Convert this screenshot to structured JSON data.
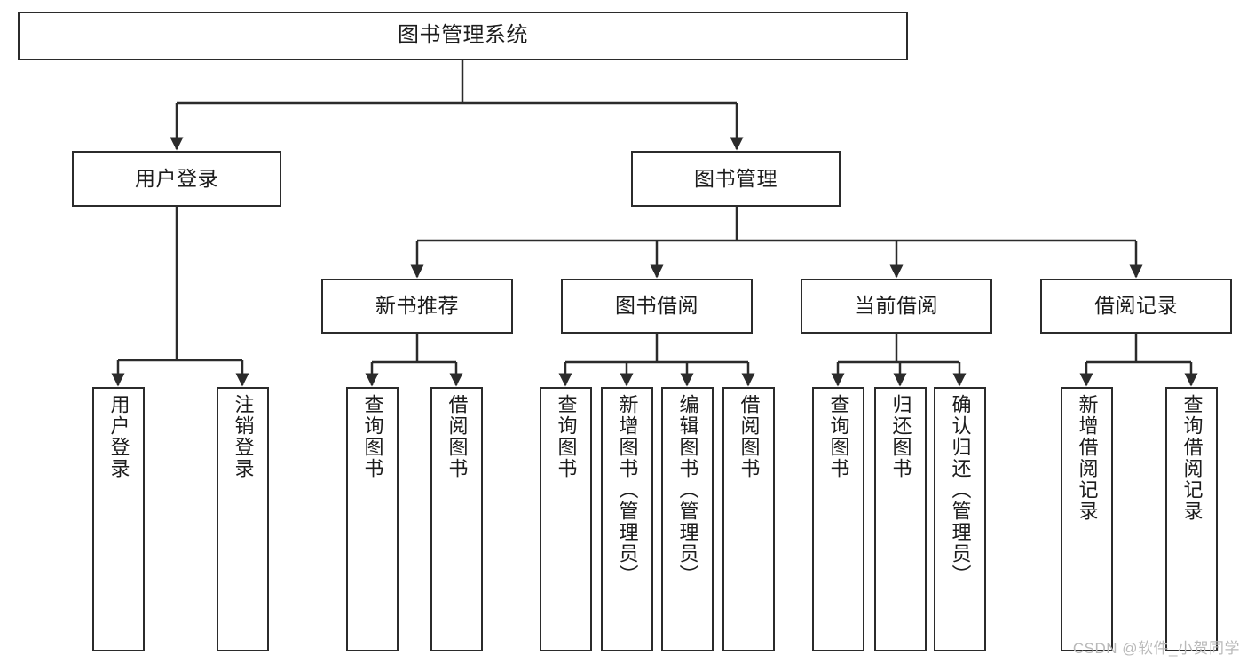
{
  "diagram": {
    "title": "图书管理系统",
    "watermark": "CSDN @软件_小贺同学",
    "style": {
      "box_border_color": "#2b2b2b",
      "box_fill_color": "#ffffff",
      "connector_color": "#2b2b2b",
      "text_color": "#1c1c1c",
      "background_color": "#ffffff",
      "watermark_color": "#b9b9b9"
    },
    "levels": {
      "level1": [
        "图书管理系统"
      ],
      "level2": [
        "用户登录",
        "图书管理"
      ],
      "level3": [
        "新书推荐",
        "图书借阅",
        "当前借阅",
        "借阅记录"
      ],
      "level4": [
        "用户登录",
        "注销登录",
        "查询图书",
        "借阅图书",
        "查询图书",
        "新增图书（管理员）",
        "编辑图书（管理员）",
        "借阅图书",
        "查询图书",
        "归还图书",
        "确认归还（管理员）",
        "新增借阅记录",
        "查询借阅记录"
      ]
    },
    "nodes": {
      "root": {
        "label": "图书管理系统"
      },
      "user_login": {
        "label": "用户登录"
      },
      "book_mgmt": {
        "label": "图书管理"
      },
      "new_book_rec": {
        "label": "新书推荐"
      },
      "book_borrow": {
        "label": "图书借阅"
      },
      "current_borrow": {
        "label": "当前借阅"
      },
      "borrow_record": {
        "label": "借阅记录"
      },
      "leaf_user_login": {
        "label": "用户登录"
      },
      "leaf_user_logout": {
        "label": "注销登录"
      },
      "leaf_rec_query_book": {
        "label": "查询图书"
      },
      "leaf_rec_borrow_book": {
        "label": "借阅图书"
      },
      "leaf_borrow_query_book": {
        "label": "查询图书"
      },
      "leaf_borrow_add_book": {
        "label": "新增图书（管理员）"
      },
      "leaf_borrow_edit_book": {
        "label": "编辑图书（管理员）"
      },
      "leaf_borrow_borrow_book": {
        "label": "借阅图书"
      },
      "leaf_cur_query_book": {
        "label": "查询图书"
      },
      "leaf_cur_return_book": {
        "label": "归还图书"
      },
      "leaf_cur_confirm_return": {
        "label": "确认归还（管理员）"
      },
      "leaf_rec_add_record": {
        "label": "新增借阅记录"
      },
      "leaf_rec_query_record": {
        "label": "查询借阅记录"
      }
    }
  }
}
